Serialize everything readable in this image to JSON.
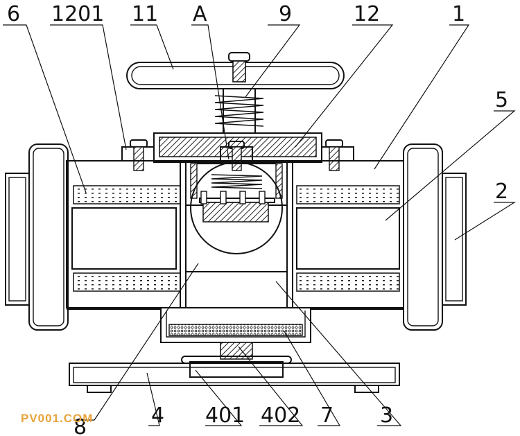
{
  "labels": {
    "l6": "6",
    "l1201": "1201",
    "l11": "11",
    "lA": "A",
    "l9": "9",
    "l12": "12",
    "l1": "1",
    "l5": "5",
    "l2": "2",
    "l8": "8",
    "l4": "4",
    "l401": "401",
    "l402": "402",
    "l7": "7",
    "l3": "3"
  },
  "watermark": "PV001.COM",
  "colors": {
    "line": "#111111",
    "hatch": "#222222",
    "watermark": "#e8a33c"
  }
}
